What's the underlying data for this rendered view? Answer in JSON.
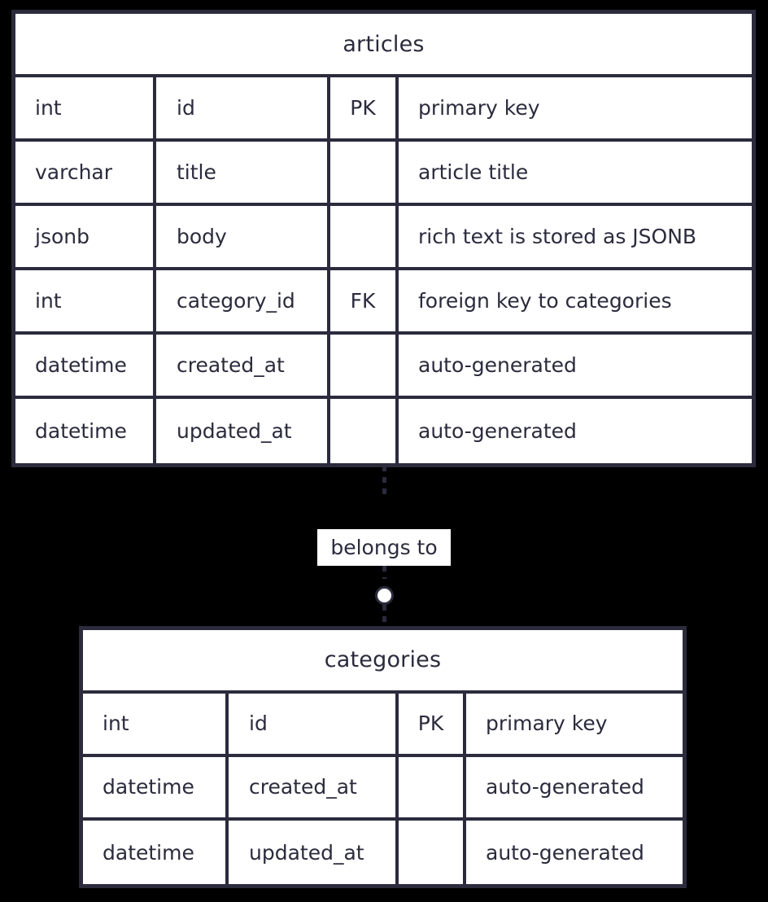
{
  "diagram": {
    "type": "er-diagram",
    "background_color": "#000000",
    "line_color": "#2b2b3d",
    "text_color": "#2b2b3d",
    "entity_fill": "#ffffff"
  },
  "entities": [
    {
      "name": "articles",
      "attributes": [
        {
          "type": "int",
          "name": "id",
          "key": "PK",
          "comment": "primary key"
        },
        {
          "type": "varchar",
          "name": "title",
          "key": "",
          "comment": "article title"
        },
        {
          "type": "jsonb",
          "name": "body",
          "key": "",
          "comment": "rich text is stored as JSONB"
        },
        {
          "type": "int",
          "name": "category_id",
          "key": "FK",
          "comment": "foreign key to categories"
        },
        {
          "type": "datetime",
          "name": "created_at",
          "key": "",
          "comment": "auto-generated"
        },
        {
          "type": "datetime",
          "name": "updated_at",
          "key": "",
          "comment": "auto-generated"
        }
      ]
    },
    {
      "name": "categories",
      "attributes": [
        {
          "type": "int",
          "name": "id",
          "key": "PK",
          "comment": "primary key"
        },
        {
          "type": "datetime",
          "name": "created_at",
          "key": "",
          "comment": "auto-generated"
        },
        {
          "type": "datetime",
          "name": "updated_at",
          "key": "",
          "comment": "auto-generated"
        }
      ]
    }
  ],
  "relationship": {
    "label": "belongs to",
    "from": "articles",
    "to": "categories",
    "marker": "zero-or-one-circle",
    "line_style": "dashed"
  }
}
